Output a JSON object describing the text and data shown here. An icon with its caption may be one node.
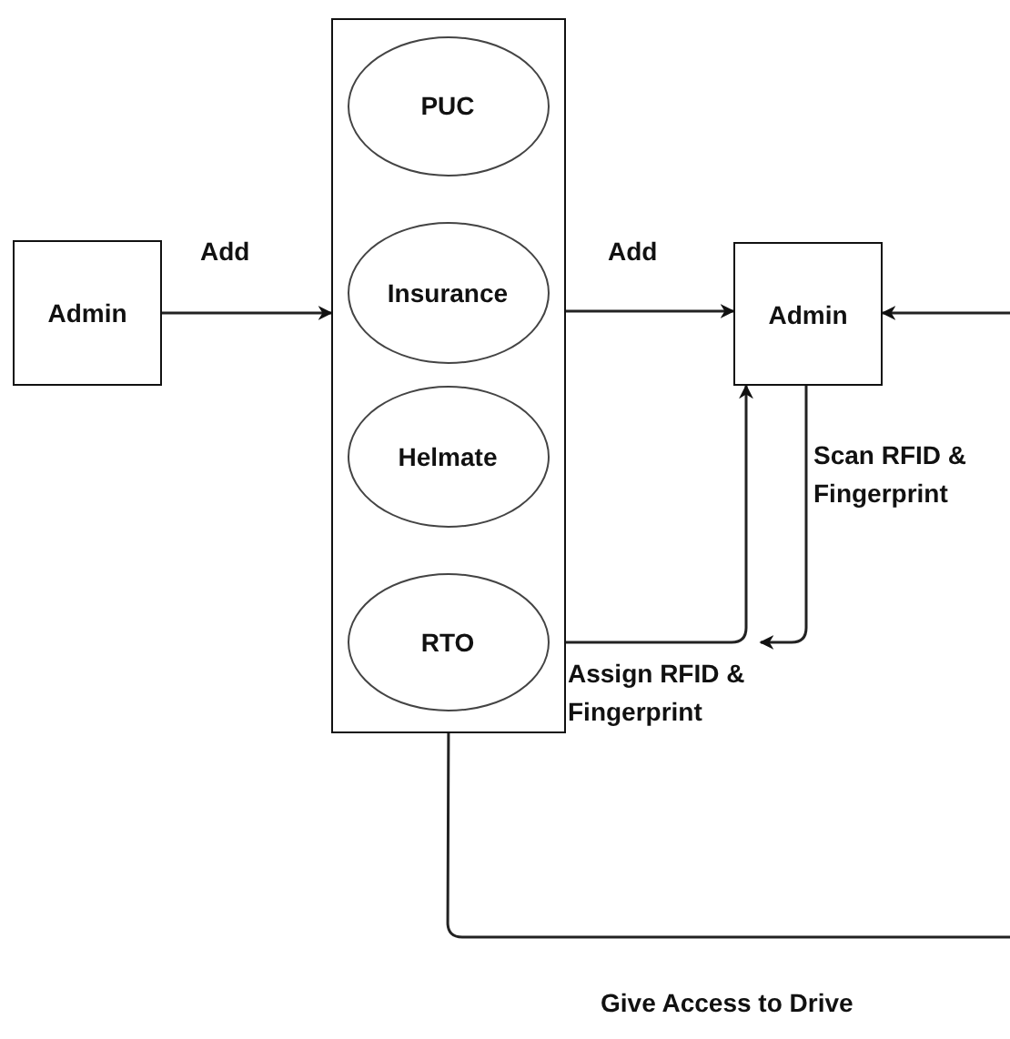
{
  "diagram": {
    "nodes": [
      {
        "text": [
          "Admin"
        ]
      },
      {
        "text": [],
        "shape": "box"
      },
      {
        "text": [
          "PUC"
        ],
        "in": 1
      },
      {
        "text": [
          "Insurance"
        ],
        "in": 1
      },
      {
        "text": [
          "Helmate"
        ],
        "in": 1
      },
      {
        "text": [
          "RTO"
        ],
        "in": 1
      },
      {
        "text": [
          "Admin"
        ]
      }
    ],
    "edges": [
      {
        "from": 0,
        "to": 1,
        "arrow": "to",
        "label": "Add"
      },
      {
        "from": 1,
        "to": 6,
        "arrow": "to",
        "label": "Add"
      },
      {
        "from": null,
        "to": 6,
        "arrow": "to"
      },
      {
        "from": 5,
        "to": 6,
        "arrow": "to",
        "label": "Assign RFID & Fingerprint"
      },
      {
        "from": 6,
        "to": null,
        "arrow": "to",
        "label": "Scan RFID & Fingerprint"
      },
      {
        "from": 5,
        "to": null,
        "arrow": "none",
        "label": "Give Access to Drive"
      }
    ]
  }
}
